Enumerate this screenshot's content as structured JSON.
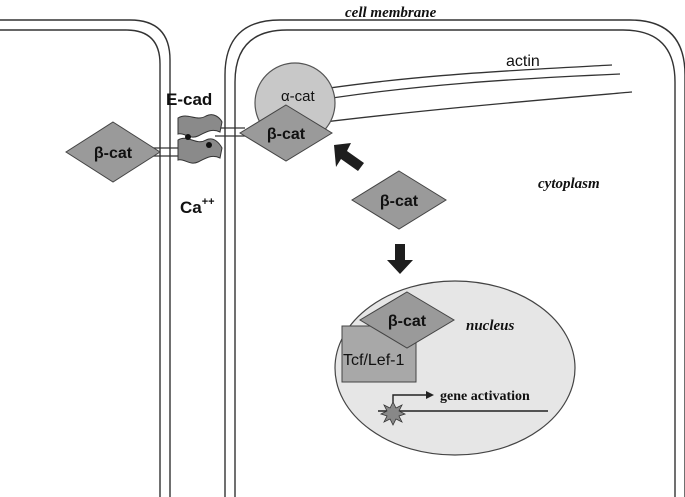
{
  "labels": {
    "cell_membrane": "cell membrane",
    "actin": "actin",
    "alpha_cat": "α-cat",
    "e_cad": "E-cad",
    "ca": "Ca",
    "ca_superscript": "++",
    "cytoplasm": "cytoplasm",
    "nucleus": "nucleus",
    "tcf_lef": "Tcf/Lef-1",
    "gene_activation": "gene activation"
  },
  "beta_cat_nodes": [
    {
      "id": "left-cell",
      "label": "β-cat"
    },
    {
      "id": "junction",
      "label": "β-cat"
    },
    {
      "id": "cytoplasm",
      "label": "β-cat"
    },
    {
      "id": "nucleus",
      "label": "β-cat"
    }
  ],
  "colors": {
    "line": "#333333",
    "membrane_fill": "#ffffff",
    "diamond": "#9a9a9a",
    "alpha_cat": "#c8c8c8",
    "nucleus": "#e6e6e6",
    "tcf_box": "#a8a8a8",
    "arrow": "#1e1e1e",
    "star": "#888888"
  }
}
